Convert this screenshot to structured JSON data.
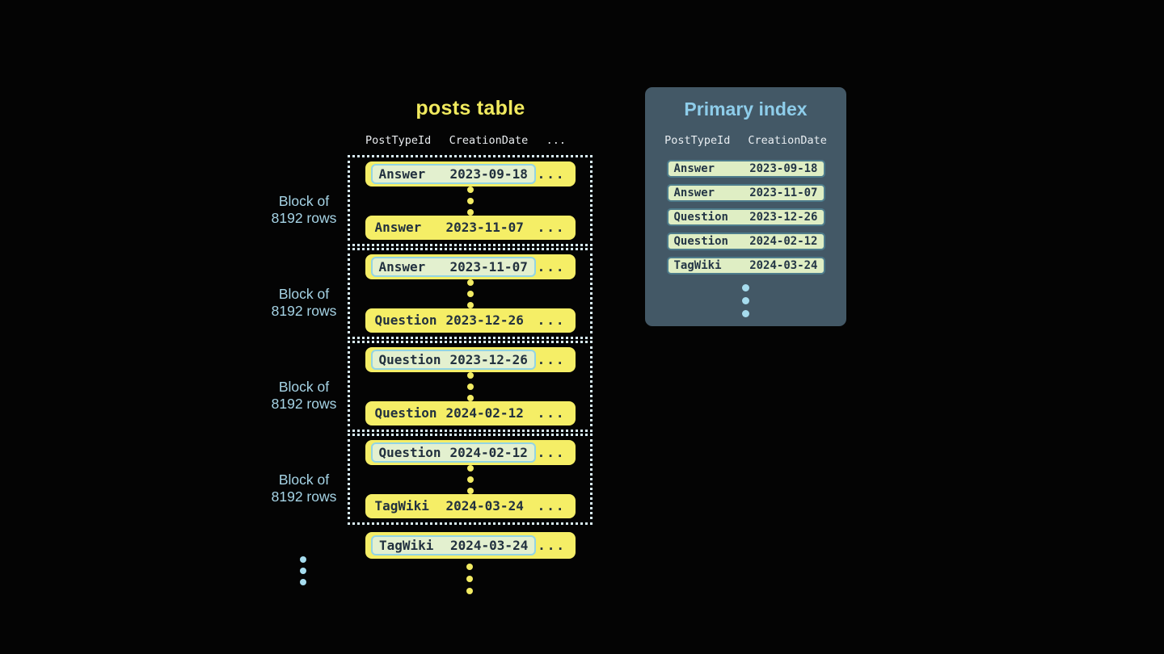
{
  "colors": {
    "background": "#040404",
    "row_yellow": "#f5ee66",
    "accent_blue": "#a6d4e6",
    "highlight_green": "#e3f0cf",
    "highlight_border": "#92d4e4",
    "panel_slate": "#435866",
    "panel_title_blue": "#8ecdea",
    "dark_text": "#22313f"
  },
  "posts_table": {
    "title": "posts table",
    "header": {
      "col1": "PostTypeId",
      "col2": "CreationDate",
      "more": "..."
    },
    "block_label": {
      "line1": "Block of",
      "line2": "8192 rows"
    },
    "blocks": [
      {
        "first_row": {
          "type": "Answer",
          "date": "2023-09-18",
          "more": "..."
        },
        "last_row": {
          "type": "Answer",
          "date": "2023-11-07",
          "more": "..."
        }
      },
      {
        "first_row": {
          "type": "Answer",
          "date": "2023-11-07",
          "more": "..."
        },
        "last_row": {
          "type": "Question",
          "date": "2023-12-26",
          "more": "..."
        }
      },
      {
        "first_row": {
          "type": "Question",
          "date": "2023-12-26",
          "more": "..."
        },
        "last_row": {
          "type": "Question",
          "date": "2024-02-12",
          "more": "..."
        }
      },
      {
        "first_row": {
          "type": "Question",
          "date": "2024-02-12",
          "more": "..."
        },
        "last_row": {
          "type": "TagWiki",
          "date": "2024-03-24",
          "more": "..."
        }
      }
    ],
    "trailing_row": {
      "type": "TagWiki",
      "date": "2024-03-24",
      "more": "..."
    }
  },
  "primary_index": {
    "title": "Primary index",
    "header": {
      "col1": "PostTypeId",
      "col2": "CreationDate"
    },
    "rows": [
      {
        "type": "Answer",
        "date": "2023-09-18"
      },
      {
        "type": "Answer",
        "date": "2023-11-07"
      },
      {
        "type": "Question",
        "date": "2023-12-26"
      },
      {
        "type": "Question",
        "date": "2024-02-12"
      },
      {
        "type": "TagWiki",
        "date": "2024-03-24"
      }
    ]
  }
}
